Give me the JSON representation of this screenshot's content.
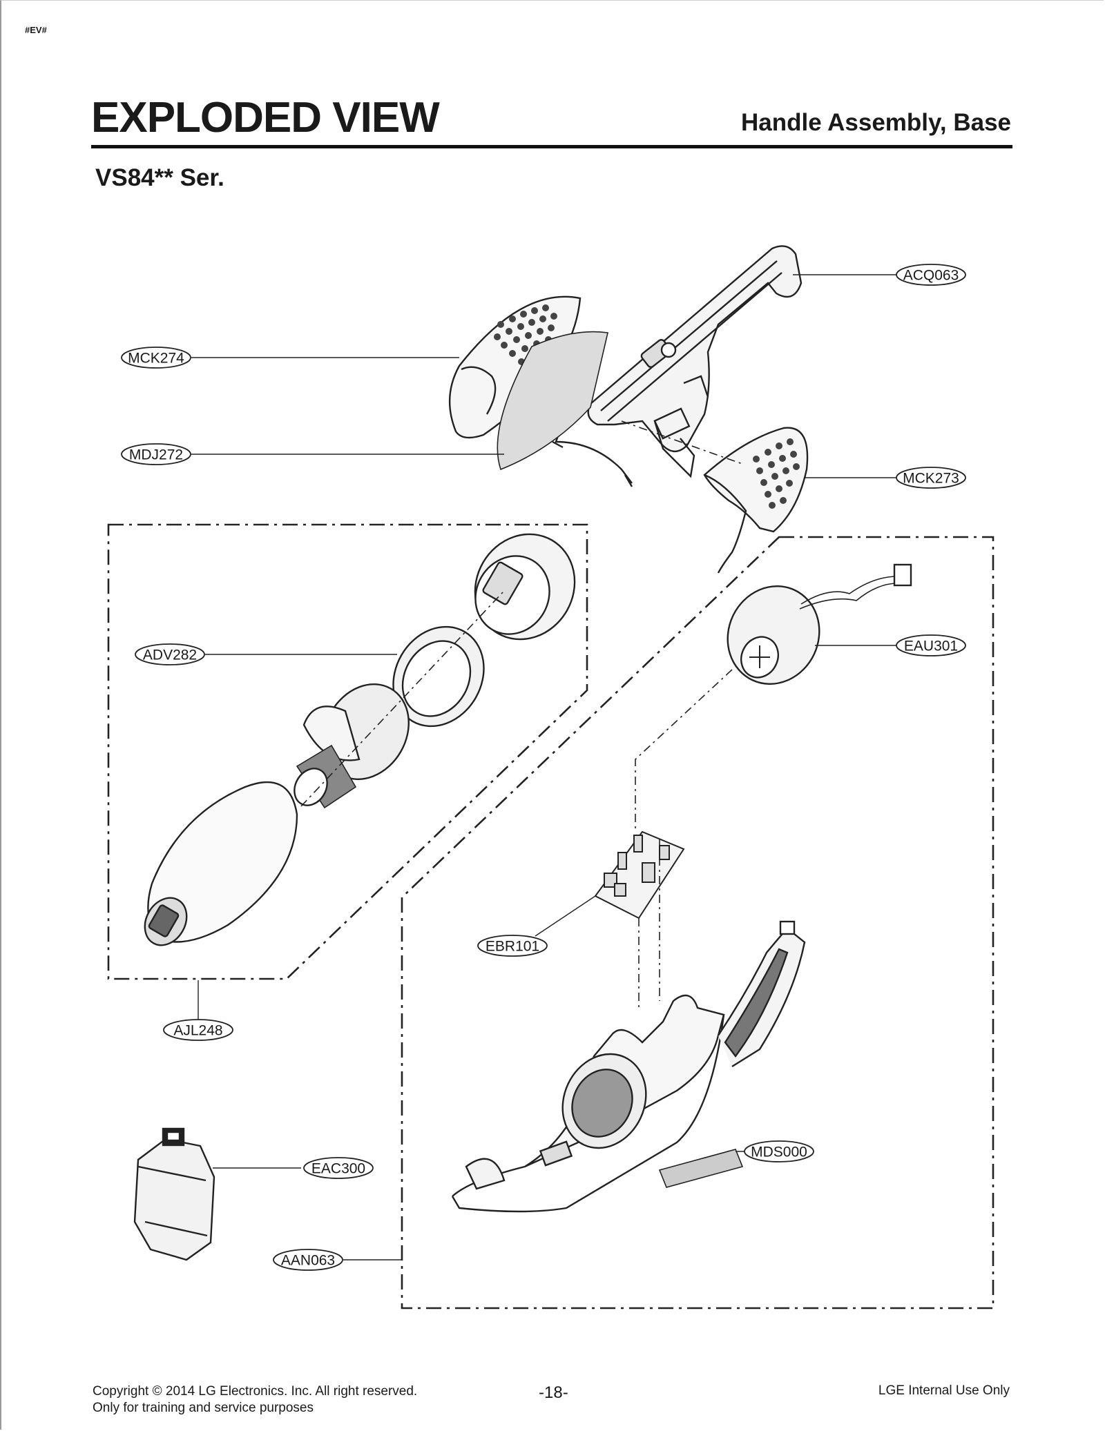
{
  "marker": "#EV#",
  "title": "EXPLODED VIEW",
  "section": "Handle Assembly, Base",
  "series": "VS84** Ser.",
  "callouts": {
    "acq063": "ACQ063",
    "mck274": "MCK274",
    "mdj272": "MDJ272",
    "mck273": "MCK273",
    "adv282": "ADV282",
    "eau301": "EAU301",
    "ebr101": "EBR101",
    "ajl248": "AJL248",
    "mds000": "MDS000",
    "eac300": "EAC300",
    "aan063": "AAN063"
  },
  "footer": {
    "copyright": "Copyright © 2014 LG Electronics. Inc. All right reserved.",
    "purpose": "Only for training and service purposes",
    "page": "-18-",
    "internal": "LGE Internal Use Only"
  }
}
